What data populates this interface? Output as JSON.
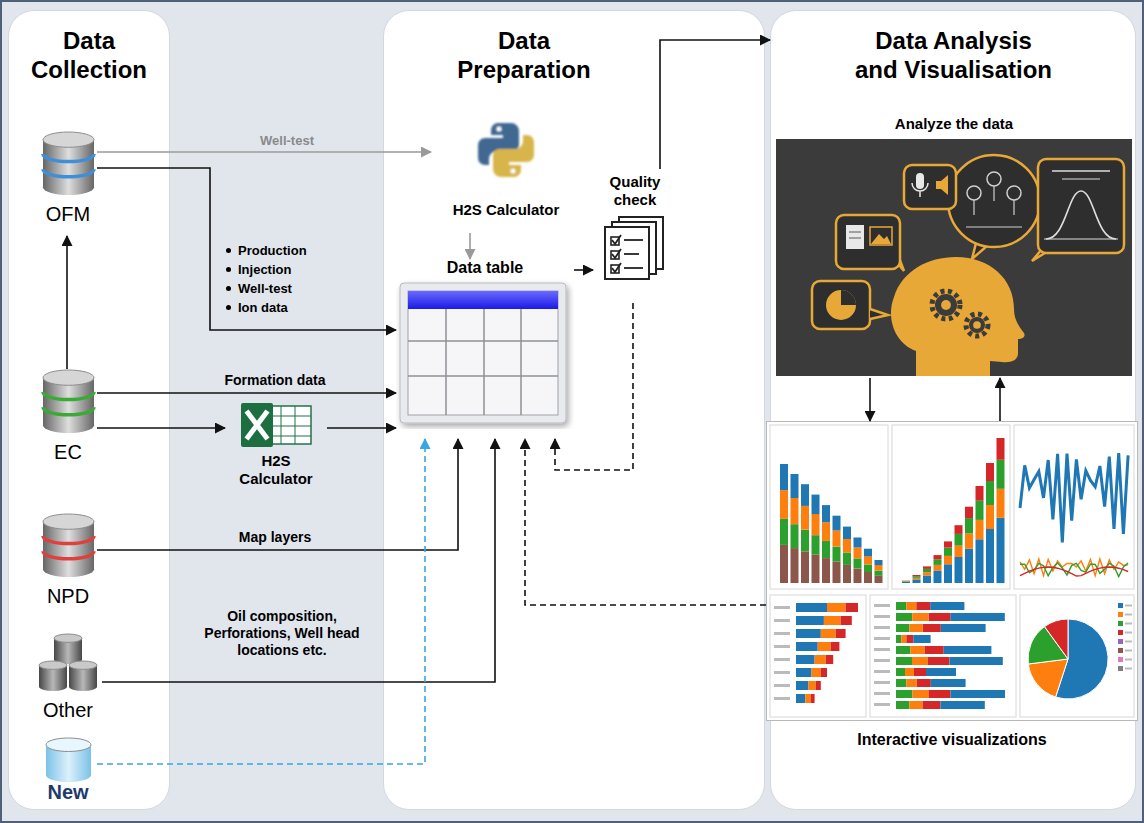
{
  "diagram": {
    "nodes": [
      {
        "text": [
          "Data Collection"
        ]
      },
      {
        "text": [
          "OFM"
        ],
        "in": 0
      },
      {
        "text": [
          "EC"
        ],
        "in": 0
      },
      {
        "text": [
          "NPD"
        ],
        "in": 0
      },
      {
        "text": [
          "Other"
        ],
        "in": 0
      },
      {
        "text": [
          "New"
        ],
        "in": 0
      },
      {
        "text": [
          "H2S Calculator"
        ]
      },
      {
        "text": [
          "Data Preparation"
        ]
      },
      {
        "text": [
          "H2S Calculator"
        ],
        "in": 7
      },
      {
        "text": [
          "Data table"
        ],
        "in": 7
      },
      {
        "text": [
          "Quality check"
        ],
        "in": 7
      },
      {
        "text": [
          "Data Analysis and Visualisation"
        ]
      },
      {
        "text": [
          "Analyze the data"
        ],
        "in": 11
      },
      {
        "text": [
          "Interactive visualizations"
        ],
        "in": 11
      }
    ],
    "edges": [
      {
        "from": 1,
        "to": 8,
        "label": "Well-test",
        "arrow": "to"
      },
      {
        "from": 1,
        "to": 9,
        "arrow": "to"
      },
      {
        "from": 2,
        "to": 1,
        "arrow": "to"
      },
      {
        "from": 2,
        "to": 9,
        "label": "Formation data",
        "arrow": "to"
      },
      {
        "from": 2,
        "to": 6,
        "arrow": "to"
      },
      {
        "from": 6,
        "to": 9,
        "arrow": "to"
      },
      {
        "from": 3,
        "to": 9,
        "label": "Map layers",
        "arrow": "to"
      },
      {
        "from": 4,
        "to": 9,
        "label": "Oil composition, Perforations, Well head locations etc.",
        "arrow": "to"
      },
      {
        "from": 5,
        "to": 9,
        "arrow": "to"
      },
      {
        "from": 8,
        "to": 9,
        "arrow": "to"
      },
      {
        "from": 9,
        "to": 10,
        "arrow": "to"
      },
      {
        "from": 10,
        "to": 9,
        "arrow": "to"
      },
      {
        "from": 10,
        "to": 11,
        "arrow": "to"
      },
      {
        "from": 12,
        "to": 13,
        "arrow": "to"
      },
      {
        "from": 13,
        "to": 12,
        "arrow": "to"
      },
      {
        "from": 13,
        "to": 9,
        "arrow": "to"
      }
    ],
    "labels": [
      "Production",
      "Injection",
      "Well-test",
      "Ion data"
    ]
  }
}
